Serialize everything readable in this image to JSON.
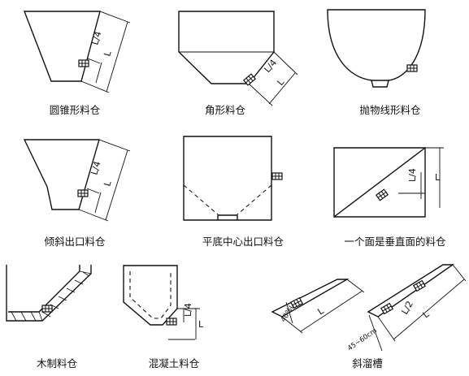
{
  "captions": {
    "conical": "圆锥形料仓",
    "angular": "角形料仓",
    "parabolic": "抛物线形料仓",
    "inclined_outlet": "倾斜出口料仓",
    "flat_center_outlet": "平底中心出口料仓",
    "one_vertical_face": "一个面是垂直面的料仓",
    "wooden": "木制料仓",
    "concrete": "混凝土料仓",
    "chute": "斜溜槽"
  },
  "dimension_labels": {
    "quarter_L": "L/4",
    "L": "L",
    "half_L": "L/2",
    "percent_40": "40%L",
    "range_45_60cm": "45~60cm"
  }
}
